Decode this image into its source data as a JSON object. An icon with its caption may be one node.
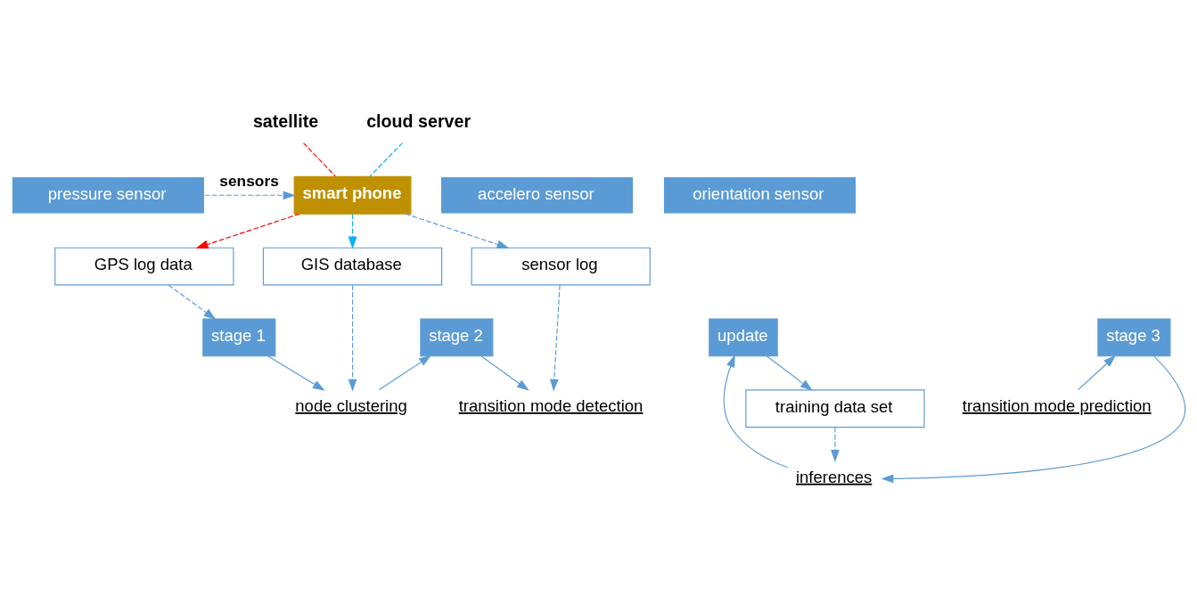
{
  "diagram": {
    "nodes": [
      {
        "text": [
          "satellite"
        ]
      },
      {
        "text": [
          "cloud server"
        ]
      },
      {
        "text": [
          "smart phone"
        ]
      },
      {
        "text": [
          "accelero sensor"
        ]
      },
      {
        "text": [
          "pressure sensor"
        ]
      },
      {
        "text": [
          "orientation sensor"
        ]
      },
      {
        "text": [
          "GPS log data"
        ]
      },
      {
        "text": [
          "GIS database"
        ]
      },
      {
        "text": [
          "sensor log"
        ]
      },
      {
        "text": [
          "training data set"
        ]
      },
      {
        "text": [
          "node clustering"
        ]
      },
      {
        "text": [
          "transition mode detection"
        ]
      },
      {
        "text": [
          "transition mode prediction"
        ]
      },
      {
        "text": [
          "inferences"
        ]
      },
      {
        "text": [
          "stage 1"
        ]
      },
      {
        "text": [
          "stage 2"
        ]
      },
      {
        "text": [
          "stage 3"
        ]
      },
      {
        "text": [
          "update"
        ]
      }
    ],
    "edges": [
      {
        "from": 0,
        "to": 2,
        "arrow": "none",
        "style": "dashed",
        "color": "#ff0000"
      },
      {
        "from": 2,
        "to": 6,
        "arrow": "to",
        "style": "dashed",
        "color": "#ff0000"
      },
      {
        "from": 1,
        "to": 2,
        "arrow": "none",
        "style": "dashed",
        "color": "#00b0f0"
      },
      {
        "from": 2,
        "to": 7,
        "arrow": "to",
        "style": "dashed",
        "color": "#00b0f0"
      },
      {
        "from": 4,
        "to": 2,
        "arrow": "to",
        "label": "sensors",
        "style": "dashed"
      },
      {
        "from": 2,
        "to": 8,
        "arrow": "to",
        "style": "dashed"
      },
      {
        "from": 6,
        "to": 14,
        "arrow": "to",
        "style": "dashed"
      },
      {
        "from": 7,
        "to": 10,
        "arrow": "to",
        "style": "dashed"
      },
      {
        "from": 8,
        "to": 11,
        "arrow": "to",
        "style": "dashed"
      },
      {
        "from": 9,
        "to": 13,
        "arrow": "to",
        "style": "dashed"
      },
      {
        "from": 14,
        "to": 10,
        "arrow": "to"
      },
      {
        "from": 10,
        "to": 15,
        "arrow": "to"
      },
      {
        "from": 15,
        "to": 11,
        "arrow": "to"
      },
      {
        "from": 12,
        "to": 16,
        "arrow": "to"
      },
      {
        "from": 16,
        "to": 13,
        "arrow": "to"
      },
      {
        "from": 13,
        "to": 17,
        "arrow": "to"
      },
      {
        "from": 17,
        "to": 9,
        "arrow": "to"
      }
    ]
  }
}
